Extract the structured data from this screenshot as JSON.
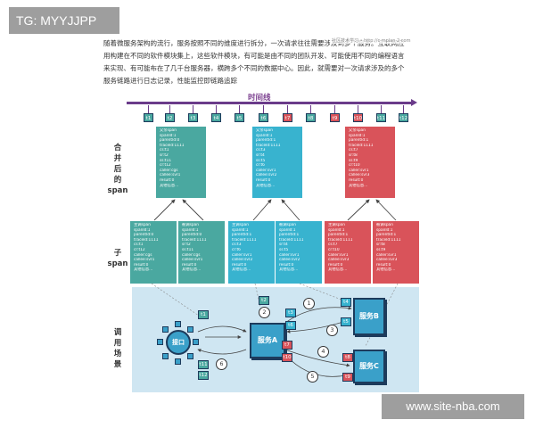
{
  "badges": {
    "top_left": "TG: MYYJJPP",
    "bottom_right": "www.site-nba.com"
  },
  "watermark": "社区技术学习 • http://c·mplan·2·com",
  "paragraph": [
    "随着微服务架构的流行，服务按照不同的维度进行拆分，一次请求往往需要涉及到多个服务。互联网应",
    "用构建在不同的软件模块集上，这些软件模块，有可能是由不同的团队开发、可能使用不同的编程语言",
    "来实现、有可能布在了几千台服务器，横跨多个不同的数据中心。因此，就需要对一次请求涉及的多个",
    "服务链路进行日志记录，性能监控即链路追踪"
  ],
  "timeline": {
    "title": "时间线",
    "ticks": [
      {
        "label": "t1",
        "color": "#4aa8a0"
      },
      {
        "label": "t2",
        "color": "#4aa8a0"
      },
      {
        "label": "t3",
        "color": "#4aa8a0"
      },
      {
        "label": "t4",
        "color": "#4aa8a0"
      },
      {
        "label": "t5",
        "color": "#4aa8a0"
      },
      {
        "label": "t6",
        "color": "#4aa8a0"
      },
      {
        "label": "t7",
        "color": "#d9535a"
      },
      {
        "label": "t8",
        "color": "#4aa8a0"
      },
      {
        "label": "t9",
        "color": "#d9535a"
      },
      {
        "label": "t10",
        "color": "#d9535a"
      },
      {
        "label": "t11",
        "color": "#4aa8a0"
      },
      {
        "label": "t12",
        "color": "#4aa8a0"
      }
    ]
  },
  "labels": {
    "merged": [
      "合",
      "并",
      "后",
      "的",
      "span"
    ],
    "child": [
      "子",
      "span"
    ],
    "call": [
      "调",
      "用",
      "场",
      "景"
    ]
  },
  "merged_spans": [
    {
      "color": "teal",
      "lines": [
        "父亲span",
        "spanId:1",
        "parentId:0",
        "traceId:1111",
        "cs:t1",
        "sr:t2",
        "ss:t11",
        "cr:t12",
        "caller:cgs",
        "callee:svr1",
        "result:0",
        "其他信息…"
      ]
    },
    {
      "color": "blue",
      "lines": [
        "父亲span",
        "spanId:1",
        "parentId:1",
        "traceId:1111",
        "cs:t3",
        "sr:t4",
        "ss:t5",
        "cr:t6",
        "caller:svr1",
        "callee:svr2",
        "result:0",
        "其他信息…"
      ]
    },
    {
      "color": "red",
      "lines": [
        "父亲span",
        "spanId:1",
        "parentId:1",
        "traceId:1111",
        "cs:t7",
        "sr:t8",
        "ss:t9",
        "cr:t10",
        "caller:svr1",
        "callee:svr3",
        "result:0",
        "其他信息…"
      ]
    }
  ],
  "child_spans": [
    {
      "color": "teal",
      "lines": [
        "主调span",
        "spanId:1",
        "parentId:0",
        "traceId:1111",
        "cs:t1",
        "cr:t12",
        "caller:cgs",
        "callee:svr1",
        "result:0",
        "其他信息…"
      ]
    },
    {
      "color": "teal",
      "lines": [
        "被调span",
        "spanId:1",
        "parentId:0",
        "traceId:1111",
        "sr:t2",
        "ss:t11",
        "caller:cgs",
        "callee:svr1",
        "result:0",
        "其他信息…"
      ]
    },
    {
      "color": "blue",
      "lines": [
        "主调span",
        "spanId:1",
        "parentId:1",
        "traceId:1111",
        "cs:t3",
        "cr:t6",
        "caller:svr1",
        "callee:svr2",
        "result:0",
        "其他信息…"
      ]
    },
    {
      "color": "blue",
      "lines": [
        "被调span",
        "spanId:1",
        "parentId:1",
        "traceId:1111",
        "sr:t4",
        "ss:t5",
        "caller:svr1",
        "callee:svr2",
        "result:0",
        "其他信息…"
      ]
    },
    {
      "color": "red",
      "lines": [
        "主调span",
        "spanId:1",
        "parentId:1",
        "traceId:1111",
        "cs:t7",
        "cr:t10",
        "caller:svr1",
        "callee:svr3",
        "result:0",
        "其他信息…"
      ]
    },
    {
      "color": "red",
      "lines": [
        "被调span",
        "spanId:1",
        "parentId:1",
        "traceId:1111",
        "sr:t8",
        "ss:t9",
        "caller:svr1",
        "callee:svr3",
        "result:0",
        "其他信息…"
      ]
    }
  ],
  "call_scene": {
    "gateway": "接口",
    "service_a": "服务A",
    "service_b": "服务B",
    "service_c": "服务C",
    "chips": [
      {
        "label": "t1",
        "color": "#4aa8a0"
      },
      {
        "label": "t2",
        "color": "#4aa8a0"
      },
      {
        "label": "t3",
        "color": "#38b3cf"
      },
      {
        "label": "t4",
        "color": "#38b3cf"
      },
      {
        "label": "t5",
        "color": "#38b3cf"
      },
      {
        "label": "t6",
        "color": "#38b3cf"
      },
      {
        "label": "t7",
        "color": "#d9535a"
      },
      {
        "label": "t8",
        "color": "#d9535a"
      },
      {
        "label": "t9",
        "color": "#d9535a"
      },
      {
        "label": "t10",
        "color": "#d9535a"
      },
      {
        "label": "t11",
        "color": "#4aa8a0"
      },
      {
        "label": "t12",
        "color": "#4aa8a0"
      }
    ],
    "steps": [
      "1",
      "2",
      "3",
      "4",
      "5",
      "6"
    ]
  }
}
